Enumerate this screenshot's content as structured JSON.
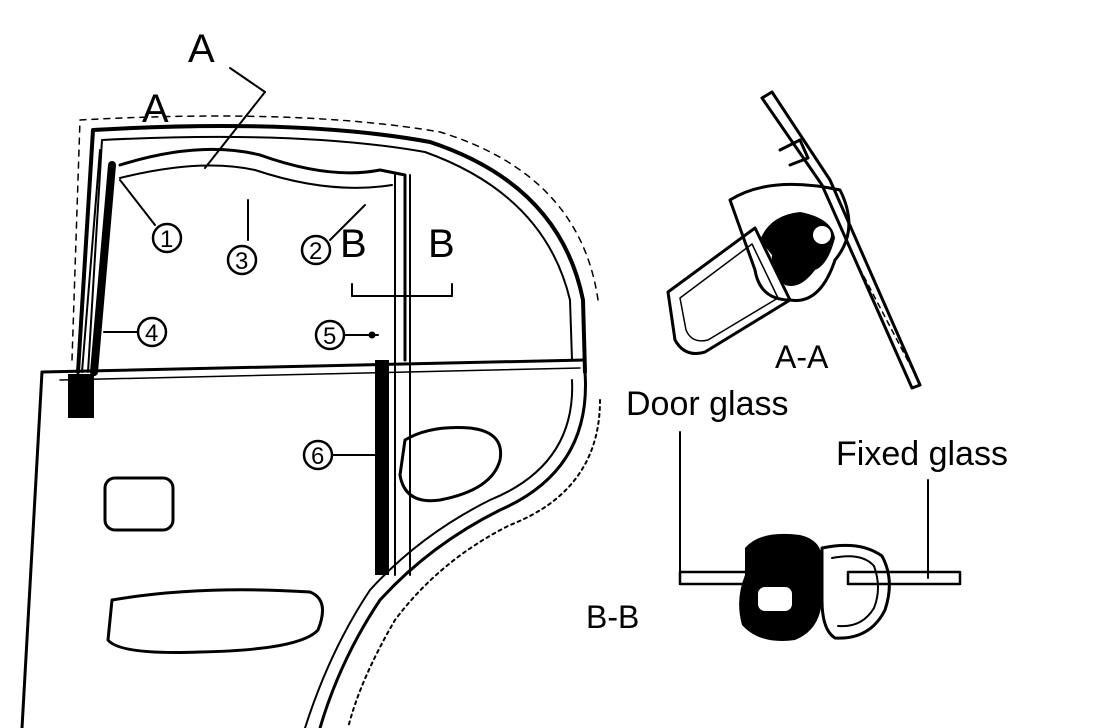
{
  "labels": {
    "a_top": "A",
    "a_left": "A",
    "b_left": "B",
    "b_right": "B",
    "callouts": [
      "1",
      "2",
      "3",
      "4",
      "5",
      "6"
    ],
    "section_aa": "A-A",
    "section_bb": "B-B",
    "door_glass": "Door glass",
    "fixed_glass": "Fixed glass"
  }
}
